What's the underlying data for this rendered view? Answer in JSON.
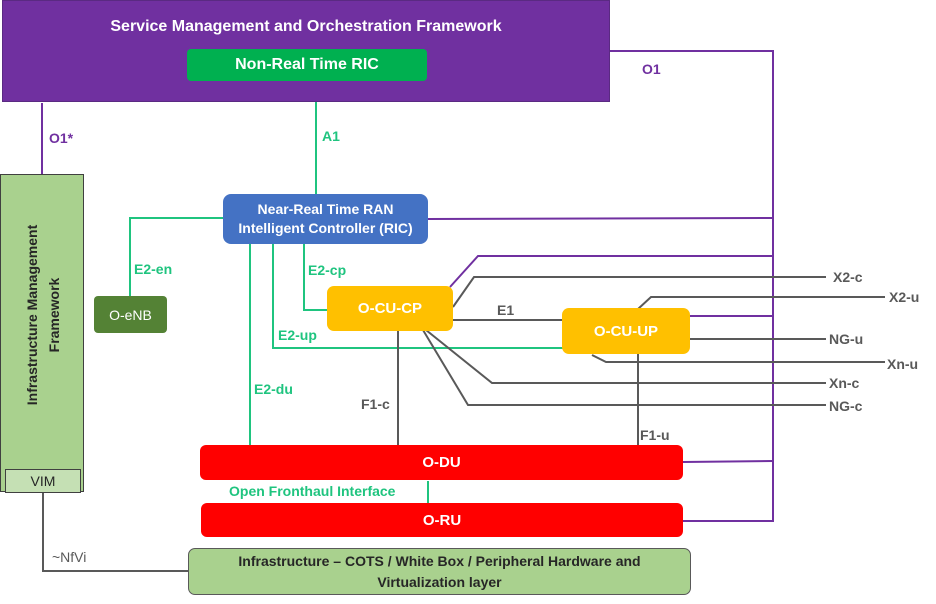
{
  "smo": {
    "title": "Service Management and Orchestration Framework",
    "non_rt_ric": "Non-Real Time RIC"
  },
  "near_rt_ric": {
    "line1": "Near-Real Time RAN",
    "line2": "Intelligent Controller (RIC)"
  },
  "infra_mgmt": {
    "line1": "Infrastructure Management",
    "line2": "Framework",
    "vim": "VIM"
  },
  "nodes": {
    "o_enb": "O-eNB",
    "o_cu_cp": "O-CU-CP",
    "o_cu_up": "O-CU-UP",
    "o_du": "O-DU",
    "o_ru": "O-RU"
  },
  "infrastructure": {
    "line1": "Infrastructure – COTS / White Box / Peripheral Hardware and",
    "line2": "Virtualization layer"
  },
  "interfaces": {
    "o1": "O1",
    "o1_star": "O1*",
    "a1": "A1",
    "e2_en": "E2-en",
    "e2_cp": "E2-cp",
    "e2_up": "E2-up",
    "e2_du": "E2-du",
    "e1": "E1",
    "f1_c": "F1-c",
    "f1_u": "F1-u",
    "open_fronthaul": "Open Fronthaul Interface",
    "nfvi": "~NfVi",
    "x2_c": "X2-c",
    "x2_u": "X2-u",
    "ng_u": "NG-u",
    "xn_u": "Xn-u",
    "xn_c": "Xn-c",
    "ng_c": "NG-c"
  },
  "colors": {
    "smo": "#7030a0",
    "non_rt_ric": "#00b050",
    "near_rt_ric": "#4472c4",
    "o_cu": "#ffc000",
    "o_du_ru": "#ff0000",
    "o_enb": "#548235",
    "infra": "#a9d18e",
    "e2_line": "#1fc47f",
    "o1_line": "#7030a0",
    "gray_line": "#595959"
  }
}
